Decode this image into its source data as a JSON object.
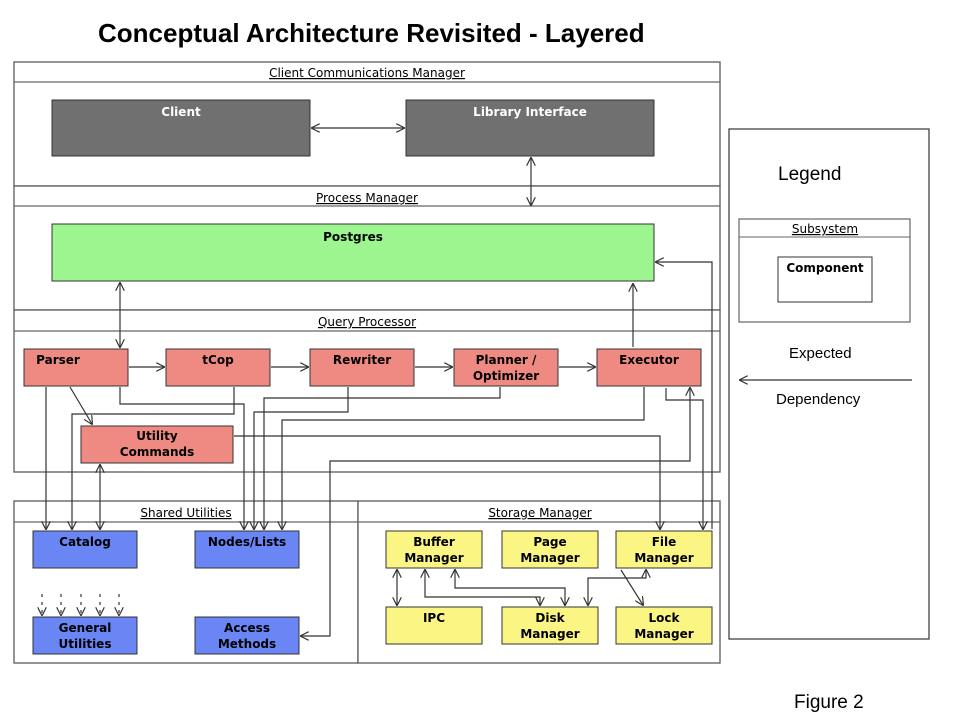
{
  "title": "Conceptual Architecture Revisited - Layered",
  "figure_label": "Figure 2",
  "colors": {
    "client_layer": "#707070",
    "process_layer": "#9df58f",
    "query_layer": "#ef8a82",
    "shared_layer": "#6a86f4",
    "storage_layer": "#fbf584",
    "frame_stroke": "#666666",
    "connector": "#333333"
  },
  "subsystems": {
    "client_comm": "Client Communications Manager",
    "process_manager": "Process Manager",
    "query_processor": "Query Processor",
    "shared_utilities": "Shared Utilities",
    "storage_manager": "Storage Manager"
  },
  "components": {
    "client": "Client",
    "library_interface": "Library Interface",
    "postgres": "Postgres",
    "parser": "Parser",
    "tcop": "tCop",
    "rewriter": "Rewriter",
    "planner_1": "Planner /",
    "planner_2": "Optimizer",
    "executor": "Executor",
    "utility_1": "Utility",
    "utility_2": "Commands",
    "catalog": "Catalog",
    "nodes_lists": "Nodes/Lists",
    "general_1": "General",
    "general_2": "Utilities",
    "access_1": "Access",
    "access_2": "Methods",
    "buffer_1": "Buffer",
    "buffer_2": "Manager",
    "page_1": "Page",
    "page_2": "Manager",
    "file_1": "File",
    "file_2": "Manager",
    "ipc": "IPC",
    "disk_1": "Disk",
    "disk_2": "Manager",
    "lock_1": "Lock",
    "lock_2": "Manager"
  },
  "legend": {
    "heading": "Legend",
    "subsystem": "Subsystem",
    "component": "Component",
    "expected": "Expected",
    "dependency": "Dependency"
  }
}
